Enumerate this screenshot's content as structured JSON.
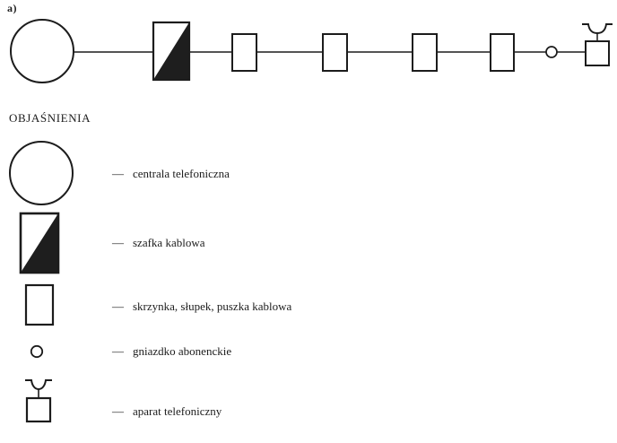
{
  "page": {
    "background": "#ffffff",
    "ink": "#1c1c1c"
  },
  "figure": {
    "label": "a)"
  },
  "diagram": {
    "nodes": [
      "telephone-exchange",
      "cable-cabinet",
      "cable-box",
      "cable-box",
      "cable-box",
      "cable-box",
      "subscriber-socket",
      "telephone-set"
    ]
  },
  "legend": {
    "title": "OBJAŚNIENIA",
    "dash": "—",
    "items": [
      {
        "symbol": "telephone-exchange-symbol",
        "label": "centrala telefoniczna"
      },
      {
        "symbol": "cable-cabinet-symbol",
        "label": "szafka kablowa"
      },
      {
        "symbol": "cable-box-symbol",
        "label": "skrzynka, słupek, puszka kablowa"
      },
      {
        "symbol": "subscriber-socket-symbol",
        "label": "gniazdko abonenckie"
      },
      {
        "symbol": "telephone-set-symbol",
        "label": "aparat telefoniczny"
      }
    ]
  }
}
